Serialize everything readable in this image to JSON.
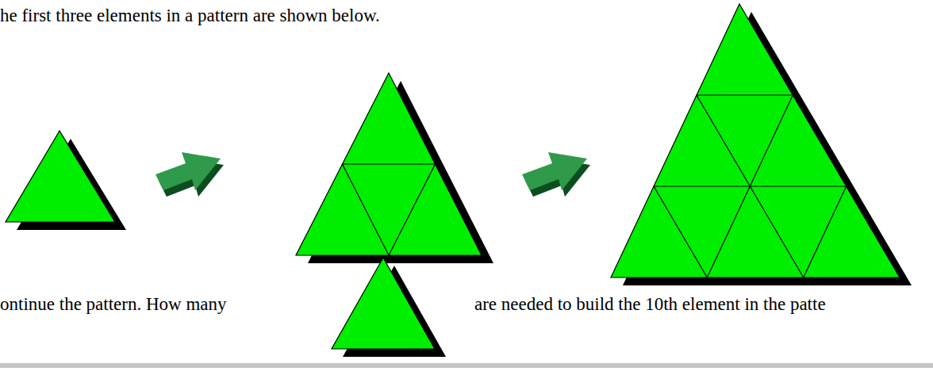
{
  "diagram": {
    "labels": [
      "he first three elements in a pattern are shown below.",
      "ontinue the pattern.  How many",
      "are needed to build the 10th element in the patte"
    ]
  }
}
